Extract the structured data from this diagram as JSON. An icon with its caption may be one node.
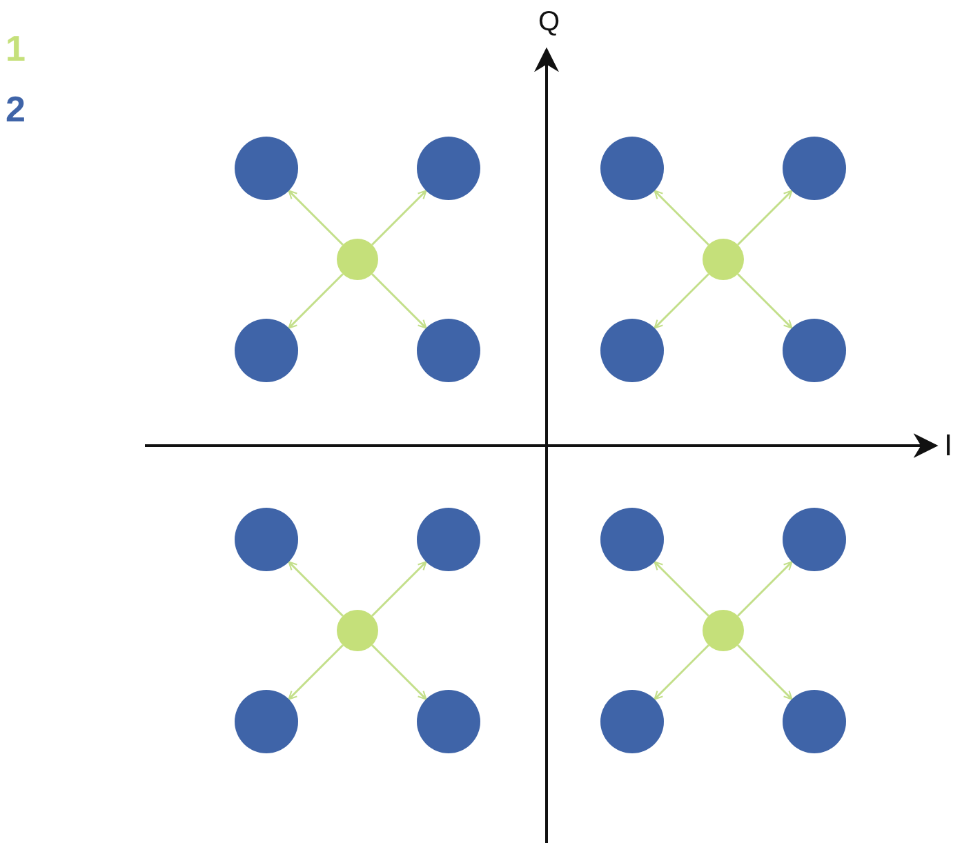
{
  "diagram": {
    "nodes": [
      {
        "text": [],
        "shape": "circle"
      },
      {
        "text": [],
        "shape": "circle"
      },
      {
        "text": [],
        "shape": "circle"
      },
      {
        "text": [],
        "shape": "circle"
      },
      {
        "text": [],
        "shape": "circle"
      },
      {
        "text": [],
        "shape": "circle"
      },
      {
        "text": [],
        "shape": "circle"
      },
      {
        "text": [],
        "shape": "circle"
      },
      {
        "text": [],
        "shape": "circle"
      },
      {
        "text": [],
        "shape": "circle"
      },
      {
        "text": [],
        "shape": "circle"
      },
      {
        "text": [],
        "shape": "circle"
      },
      {
        "text": [],
        "shape": "circle"
      },
      {
        "text": [],
        "shape": "circle"
      },
      {
        "text": [],
        "shape": "circle"
      },
      {
        "text": [],
        "shape": "circle"
      },
      {
        "text": [],
        "shape": "circle"
      },
      {
        "text": [],
        "shape": "circle"
      },
      {
        "text": [],
        "shape": "circle"
      },
      {
        "text": [],
        "shape": "circle"
      }
    ],
    "edges": [
      {
        "from": 4,
        "to": 0,
        "arrow": "to"
      },
      {
        "from": 4,
        "to": 1,
        "arrow": "to"
      },
      {
        "from": 4,
        "to": 6,
        "arrow": "to"
      },
      {
        "from": 4,
        "to": 7,
        "arrow": "to"
      },
      {
        "from": 5,
        "to": 2,
        "arrow": "to"
      },
      {
        "from": 5,
        "to": 3,
        "arrow": "to"
      },
      {
        "from": 5,
        "to": 8,
        "arrow": "to"
      },
      {
        "from": 5,
        "to": 9,
        "arrow": "to"
      },
      {
        "from": 14,
        "to": 10,
        "arrow": "to"
      },
      {
        "from": 14,
        "to": 11,
        "arrow": "to"
      },
      {
        "from": 14,
        "to": 16,
        "arrow": "to"
      },
      {
        "from": 14,
        "to": 17,
        "arrow": "to"
      },
      {
        "from": 15,
        "to": 12,
        "arrow": "to"
      },
      {
        "from": 15,
        "to": 13,
        "arrow": "to"
      },
      {
        "from": 15,
        "to": 18,
        "arrow": "to"
      },
      {
        "from": 15,
        "to": 19,
        "arrow": "to"
      }
    ],
    "labels": [
      "1",
      "2",
      "Q",
      "I"
    ]
  }
}
